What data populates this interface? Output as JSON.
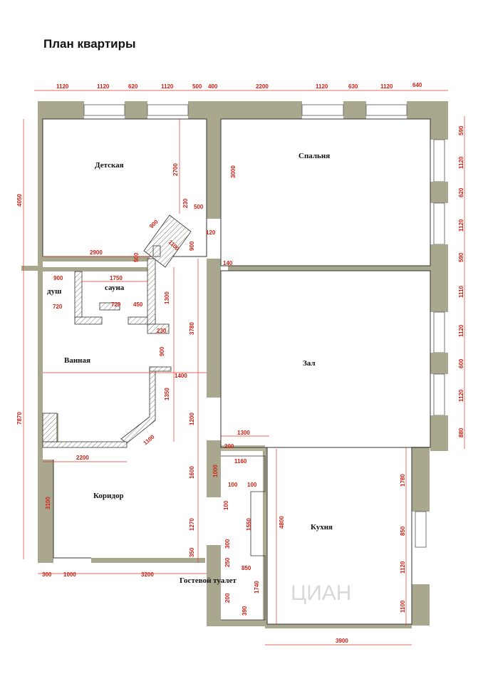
{
  "title": "План квартиры",
  "rooms": {
    "detskaya": "Детская",
    "spalnya": "Спальня",
    "dush": "душ",
    "sauna": "сауна",
    "vannaya": "Ванная",
    "zal": "Зал",
    "koridor": "Коридор",
    "kukhnya": "Кухня",
    "gostevoy": "Гостевой туалет"
  },
  "dims": {
    "top": [
      "1120",
      "1120",
      "620",
      "1120",
      "500",
      "400",
      "2200",
      "1120",
      "630",
      "1120",
      "640"
    ],
    "right": [
      "590",
      "1120",
      "620",
      "1120",
      "590",
      "1110",
      "1120",
      "600",
      "1120",
      "880",
      "1780",
      "850",
      "1120",
      "1100"
    ],
    "left": [
      "4050",
      "7870"
    ],
    "bottom": [
      "300",
      "1000",
      "3200",
      "3900"
    ],
    "inner": {
      "d2700": "2700",
      "d3000": "3000",
      "d230a": "230",
      "d500a": "500",
      "d900a": "900",
      "d1100a": "1100",
      "d120": "120",
      "d900b": "900",
      "d2900": "2900",
      "d500b": "500",
      "d140": "140",
      "d900c": "900",
      "d1750": "1750",
      "d1300a": "1300",
      "d720a": "720",
      "d720b": "720",
      "d450": "450",
      "d230b": "230",
      "d3780": "3780",
      "d900d": "900",
      "d1400": "1400",
      "d1350": "1350",
      "d1200": "1200",
      "d1100b": "1100",
      "d2200": "2200",
      "d1300b": "1300",
      "d200a": "200",
      "d1160": "1160",
      "d1600": "1600",
      "d1000": "1000",
      "d100a": "100",
      "d100b": "100",
      "d100c": "100",
      "d1550": "1550",
      "d4800": "4800",
      "d3100": "3100",
      "d1270": "1270",
      "d300": "300",
      "d350": "350",
      "d250": "250",
      "d850": "850",
      "d1740": "1740",
      "d200b": "200",
      "d390": "390"
    }
  },
  "watermark": "ЦИАН",
  "colors": {
    "wall": "#a9a88f",
    "dimension": "#e23a2a",
    "text": "#111111"
  }
}
